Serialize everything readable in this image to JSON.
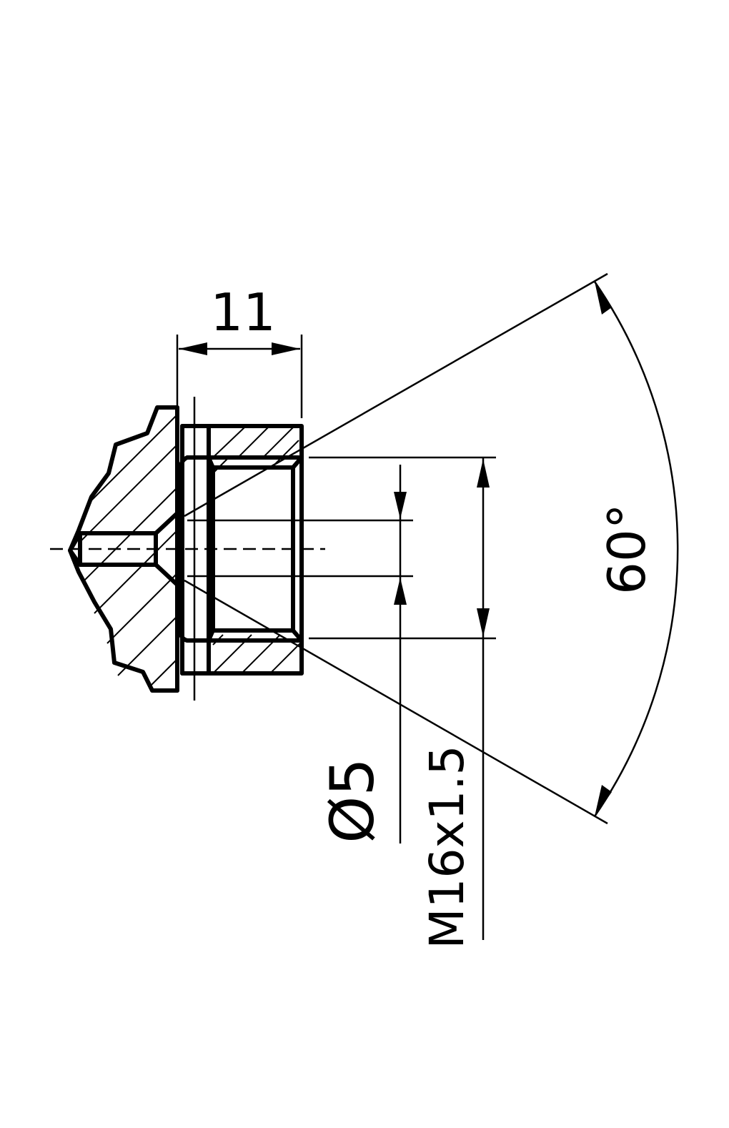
{
  "drawing": {
    "dimensions": {
      "length": "11",
      "bore_diameter": "Ø5",
      "thread": "M16x1.5",
      "angle": "60°"
    }
  },
  "colors": {
    "line": "#000000",
    "background": "#ffffff"
  }
}
